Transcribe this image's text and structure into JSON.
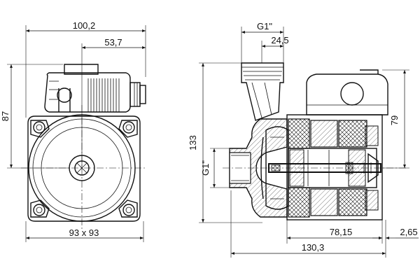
{
  "front_view": {
    "overall_width_label": "100,2",
    "offset_label": "53,7",
    "height_label": "87",
    "base_label": "93 x 93"
  },
  "section_view": {
    "port_label": "G1\"",
    "offset_label": "24,5",
    "overall_height_label": "133",
    "inlet_label": "G1\"",
    "motor_height_label": "79",
    "motor_length_label": "78,15",
    "shaft_label": "2,65",
    "overall_length_label": "130,3"
  }
}
